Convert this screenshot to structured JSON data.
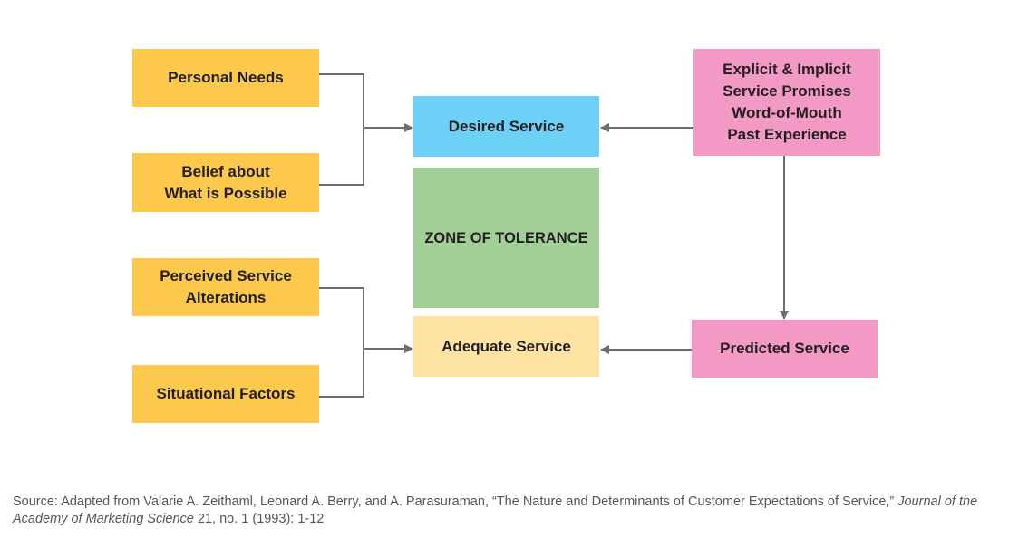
{
  "boxes": {
    "personal_needs": "Personal Needs",
    "belief": "Belief about\nWhat is Possible",
    "perceived_alterations": "Perceived Service\nAlterations",
    "situational_factors": "Situational Factors",
    "desired_service": "Desired Service",
    "zone_of_tolerance": "ZONE OF TOLERANCE",
    "adequate_service": "Adequate Service",
    "explicit_promises": "Explicit & Implicit\nService Promises\nWord-of-Mouth\nPast Experience",
    "predicted_service": "Predicted Service"
  },
  "colors": {
    "antecedent": "#fdc94d",
    "desired": "#6dd0f6",
    "zone": "#a2cf98",
    "adequate": "#fee3a3",
    "promises": "#f29ac5",
    "connector": "#6d6e71"
  },
  "source": {
    "prefix": "Source: Adapted from Valarie A. Zeithaml, Leonard A. Berry, and A. Parasuraman, “The Nature and Determinants of Customer Expectations of Service,” ",
    "journal": "Journal of the Academy of Marketing Science",
    "suffix": " 21, no. 1 (1993): 1-12"
  }
}
